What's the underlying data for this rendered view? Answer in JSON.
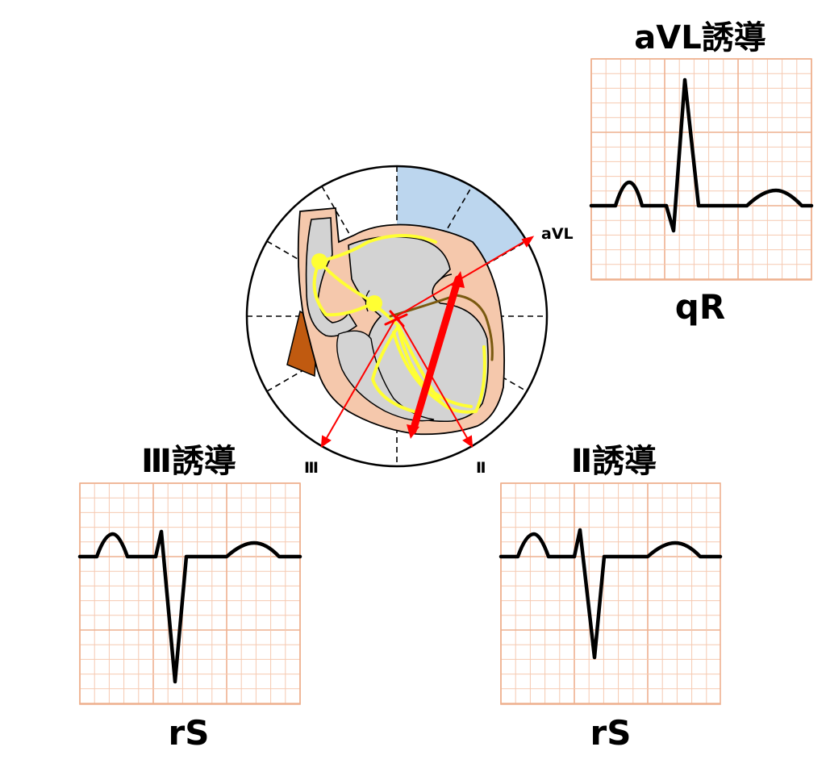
{
  "leads": {
    "avl": {
      "title": "aVL誘導",
      "morphology": "qR"
    },
    "iii": {
      "title": "Ⅲ誘導",
      "morphology": "rS"
    },
    "ii": {
      "title": "Ⅱ誘導",
      "morphology": "rS"
    }
  },
  "diagram": {
    "axis_labels": {
      "avl": "aVL",
      "iii": "Ⅲ",
      "ii": "Ⅱ"
    },
    "colors": {
      "grid_minor": "#f6c9b1",
      "grid_major": "#eeb18f",
      "sector": "#bcd6ee",
      "heart_wall": "#f5c8ac",
      "chamber": "#d3d3d3",
      "conduction": "#ffff33",
      "vector": "#ff0000",
      "atrium_dark": "#c05a10",
      "branch_block": "#7a5a10"
    }
  }
}
